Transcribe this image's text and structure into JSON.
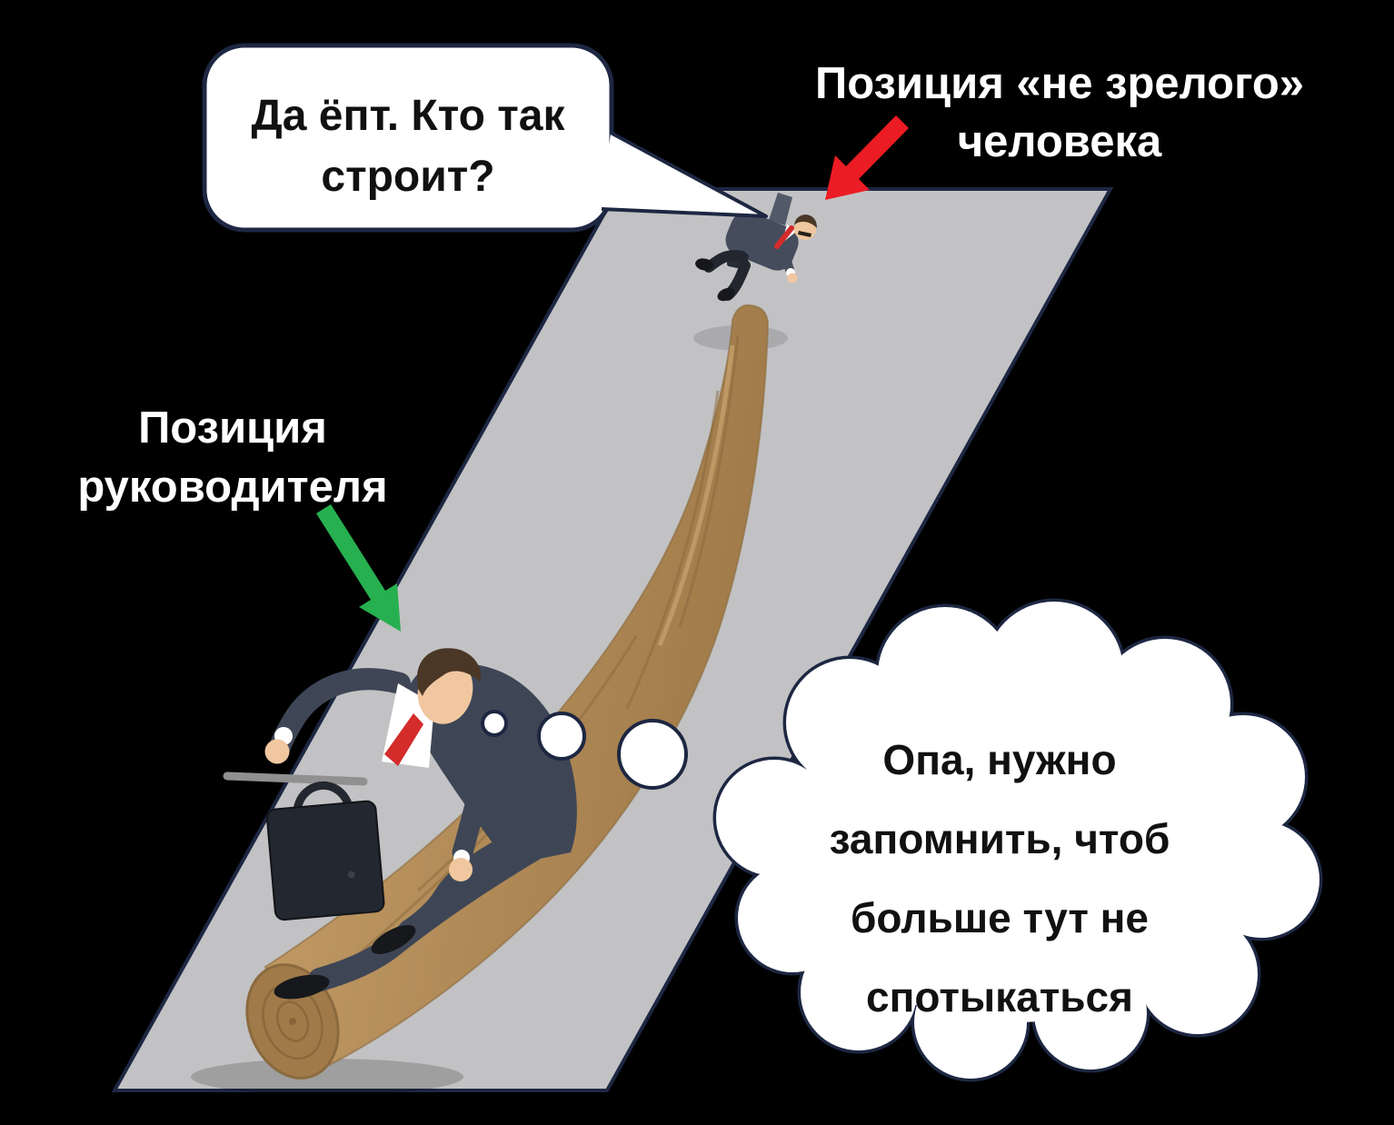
{
  "canvas": {
    "background": "#000000"
  },
  "plane": {
    "fill": "#c2c2c4",
    "stroke": "#1d2742"
  },
  "speech_bubble": {
    "fill": "#ffffff",
    "border": "#1d2742",
    "text_color": "#111111",
    "lines": [
      "Да ёпт. Кто так",
      "строит?"
    ]
  },
  "label_immature": {
    "color": "#ffffff",
    "lines": [
      "Позиция «не зрелого»",
      "человека"
    ],
    "arrow_color": "#ec1c24"
  },
  "label_manager": {
    "color": "#ffffff",
    "lines": [
      "Позиция",
      "руководителя"
    ],
    "arrow_color": "#27b04f"
  },
  "thought_cloud": {
    "fill": "#ffffff",
    "border": "#1d2742",
    "text_color": "#111111",
    "lines": [
      "Опа, нужно",
      "запомнить, чтоб",
      "больше тут не",
      "спотыкаться"
    ]
  },
  "artwork": {
    "log_light": "#c79f69",
    "log_dark": "#a07b49",
    "log_face": "#a07a48",
    "log_edge": "#8a6a3e",
    "suit": "#3e4656",
    "suit_top_man": "#454c5c",
    "trousers": "#23262e",
    "shirt": "#ffffff",
    "tie": "#d42b2b",
    "skin": "#f0c79f",
    "hair": "#4a3726",
    "briefcase": "#23272f",
    "shoe": "#17181c",
    "stick": "#909090"
  }
}
